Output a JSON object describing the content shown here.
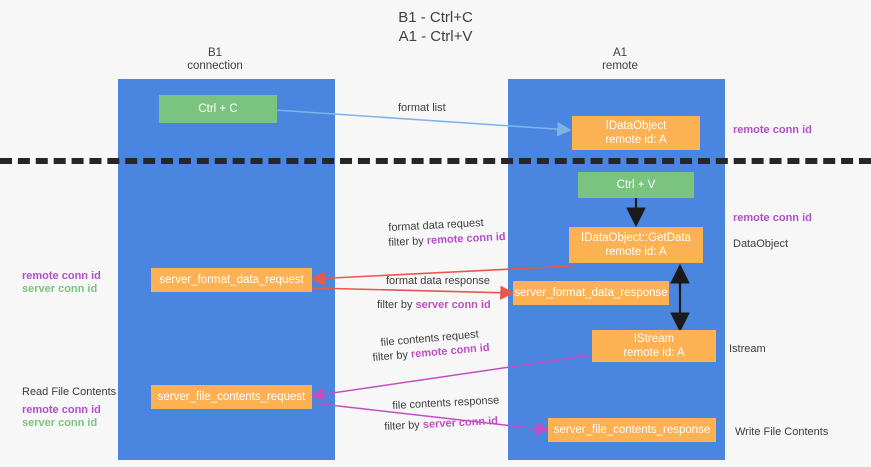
{
  "title": {
    "line1": "B1 - Ctrl+C",
    "line2": "A1 - Ctrl+V"
  },
  "lanes": [
    {
      "id": "b1",
      "name": "B1",
      "role": "connection",
      "color": "#4a86e0"
    },
    {
      "id": "a1",
      "name": "A1",
      "role": "remote",
      "color": "#4a86e0"
    }
  ],
  "nodes": {
    "ctrl_c": {
      "line1": "Ctrl + C",
      "line2": ""
    },
    "idataobject": {
      "line1": "IDataObject",
      "line2": "remote id: A"
    },
    "ctrl_v": {
      "line1": "Ctrl + V",
      "line2": ""
    },
    "getdata": {
      "line1": "IDataObject::GetData",
      "line2": "remote id: A"
    },
    "fmt_req": {
      "line1": "server_format_data_request",
      "line2": ""
    },
    "fmt_resp": {
      "line1": "server_format_data_response",
      "line2": ""
    },
    "istream": {
      "line1": "IStream",
      "line2": "remote id: A"
    },
    "file_req": {
      "line1": "server_file_contents_request",
      "line2": ""
    },
    "file_resp": {
      "line1": "server_file_contents_response",
      "line2": ""
    }
  },
  "edges": {
    "format_list": {
      "label": "format list"
    },
    "format_data_request": {
      "label": "format data request",
      "filter_prefix": "filter by ",
      "filter_key": "remote conn id"
    },
    "format_data_response": {
      "label": "format data response",
      "filter_prefix": "filter by ",
      "filter_key": "server conn id"
    },
    "file_contents_request": {
      "label": "file contents request",
      "filter_prefix": "filter by ",
      "filter_key": "remote conn id"
    },
    "file_contents_response": {
      "label": "file contents response",
      "filter_prefix": "filter by ",
      "filter_key": "server conn id"
    }
  },
  "annotations": {
    "right_remote_conn_top": "remote conn id",
    "right_remote_conn_mid": "remote conn id",
    "right_dataobject": "DataObject",
    "right_istream": "Istream",
    "right_write_file": "Write File Contents",
    "left_remote_conn": "remote conn id",
    "left_server_conn": "server conn id",
    "left_read_file": "Read File Contents",
    "left_remote_conn_2": "remote conn id",
    "left_server_conn_2": "server conn id"
  },
  "colors": {
    "lane": "#4a86e0",
    "green_node": "#7bc47f",
    "orange_node": "#fcb152",
    "purple_text": "#b14fc8",
    "green_text": "#7bc47f",
    "arrow_blue": "#7fb4e8",
    "arrow_red": "#e8584f",
    "arrow_magenta": "#c24fc2",
    "arrow_black": "#1a1a1a",
    "divider": "#262626"
  }
}
